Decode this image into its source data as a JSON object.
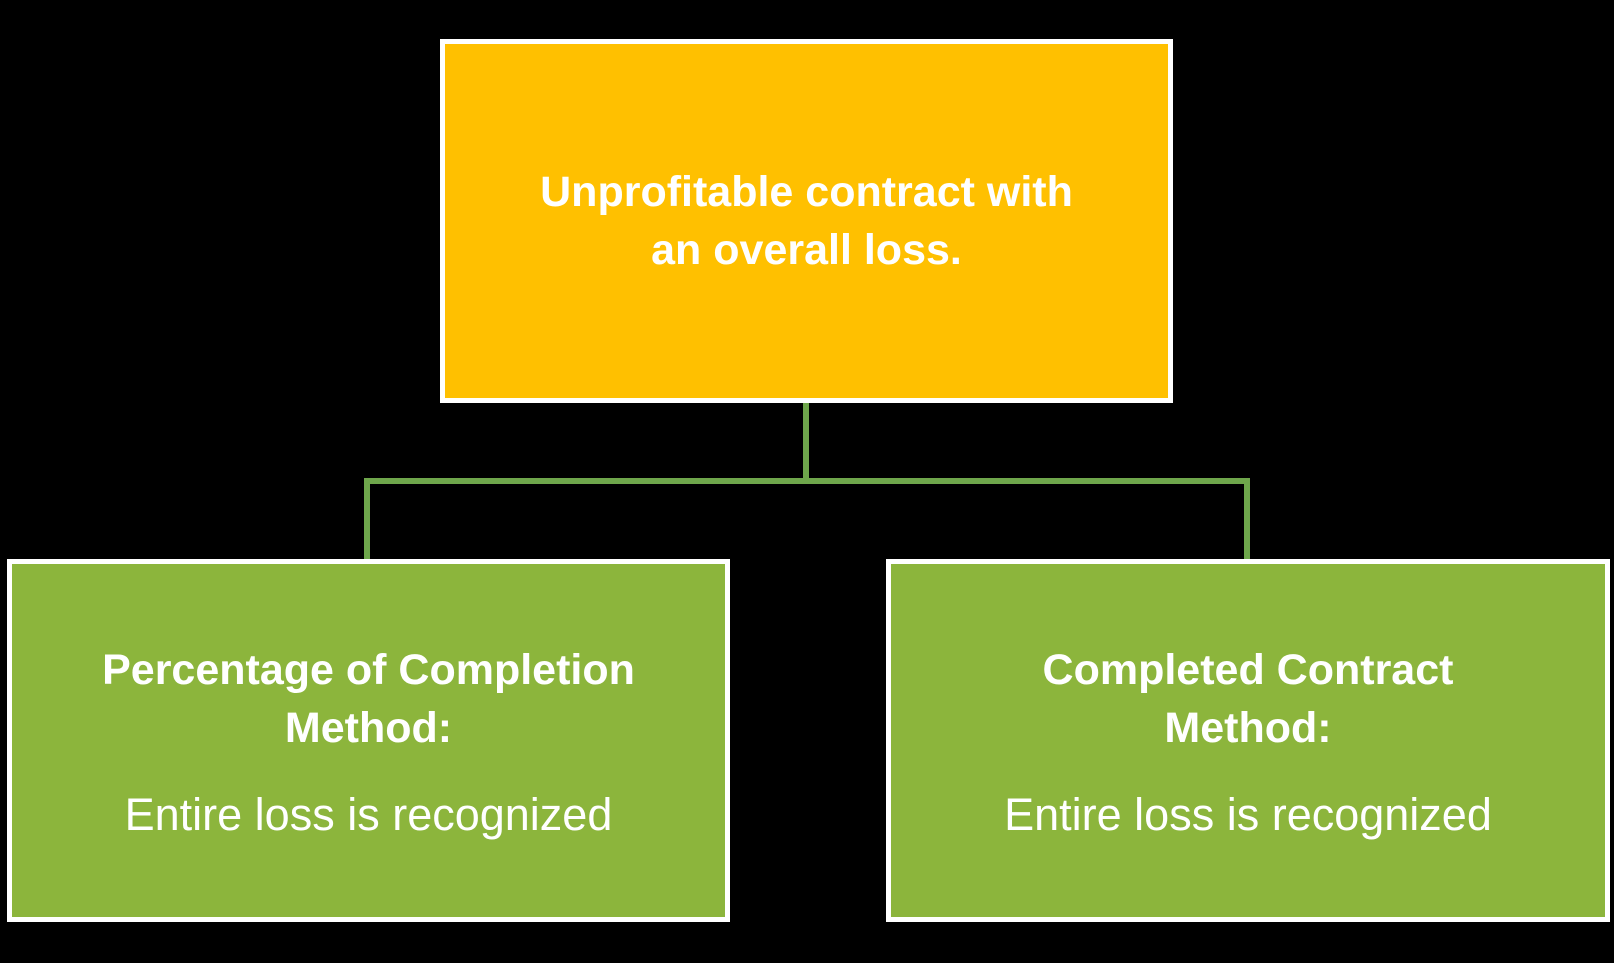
{
  "page": {
    "background_color": "#000000"
  },
  "diagram": {
    "type": "flowchart-hierarchy",
    "connector_color": "#6EA64B",
    "root": {
      "line1": "Unprofitable contract with",
      "line2": "an overall loss.",
      "fill": "#FFC000",
      "border_color": "#FFFFFF",
      "text_color": "#FFFFFF"
    },
    "left": {
      "title_line1": "Percentage of Completion",
      "title_line2": "Method:",
      "body": "Entire loss is recognized",
      "fill": "#8CB53C",
      "border_color": "#FFFFFF",
      "text_color": "#FFFFFF"
    },
    "right": {
      "title_line1": "Completed Contract",
      "title_line2": "Method:",
      "body": "Entire loss is recognized",
      "fill": "#8CB53C",
      "border_color": "#FFFFFF",
      "text_color": "#FFFFFF"
    }
  }
}
